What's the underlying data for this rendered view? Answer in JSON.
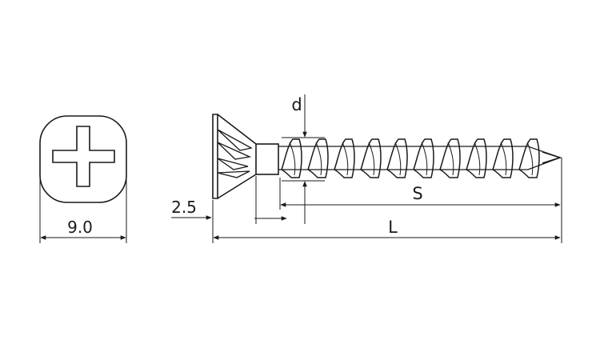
{
  "dimensions": {
    "head_width": "9.0",
    "head_height": "2.5",
    "thread_diameter": "d",
    "thread_length": "S",
    "total_length": "L"
  },
  "icons": {
    "head_top_view": "phillips-drive-icon",
    "side_view": "countersunk-wood-screw-icon"
  }
}
